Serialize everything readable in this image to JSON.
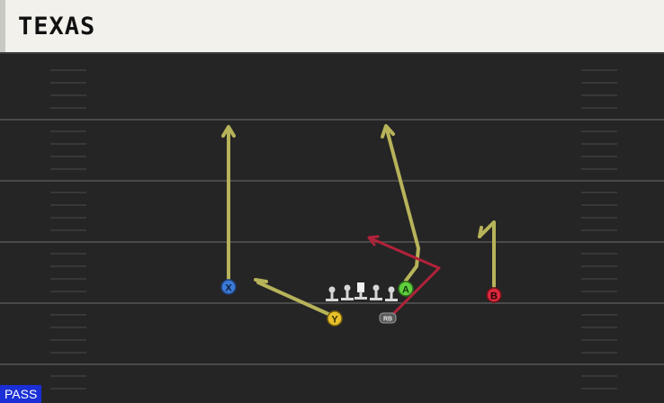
{
  "play": {
    "title": "TEXAS",
    "mode_badge": "PASS"
  },
  "players": {
    "x": "X",
    "y": "Y",
    "a": "A",
    "b": "B",
    "rb": "RB"
  },
  "colors": {
    "route": "#b7b35a",
    "block_route": "#b1223a",
    "x_player": "#3b79d6",
    "y_player": "#e7c02a",
    "a_player": "#5fcf3d",
    "b_player": "#d8283c",
    "rb_player": "#5a5a5a",
    "field": "#252525",
    "yard_line": "#4a4a4a",
    "badge": "#1a2fd6"
  }
}
